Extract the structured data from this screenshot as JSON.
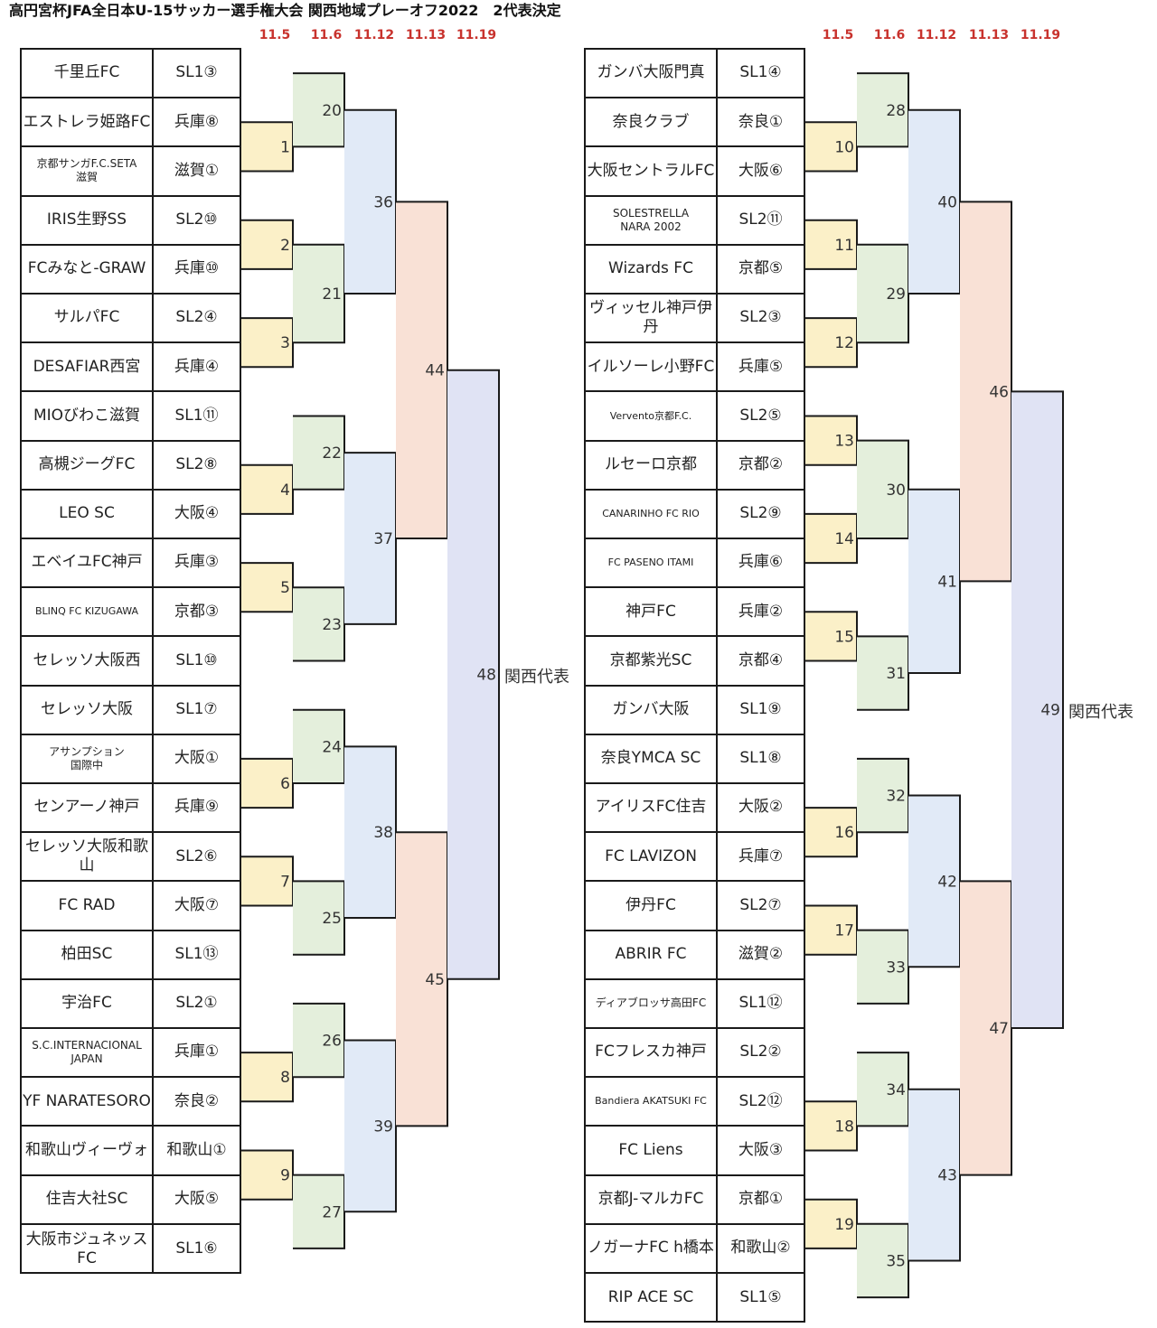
{
  "title": "高円宮杯JFA全日本U-15サッカー選手権大会 関西地域プレーオフ2022　2代表決定",
  "dates": [
    "11.5",
    "11.6",
    "11.12",
    "11.13",
    "11.19"
  ],
  "left_teams": [
    {
      "name": "千里丘FC",
      "seed": "SL1③"
    },
    {
      "name": "エストレラ姫路FC",
      "seed": "兵庫⑧"
    },
    {
      "name": "京都サンガF.C.SETA\n滋賀",
      "seed": "滋賀①"
    },
    {
      "name": "IRIS生野SS",
      "seed": "SL2⑩"
    },
    {
      "name": "FCみなと-GRAW",
      "seed": "兵庫⑩"
    },
    {
      "name": "サルパFC",
      "seed": "SL2④"
    },
    {
      "name": "DESAFIAR西宮",
      "seed": "兵庫④"
    },
    {
      "name": "MIOびわこ滋賀",
      "seed": "SL1⑪"
    },
    {
      "name": "高槻ジーグFC",
      "seed": "SL2⑧"
    },
    {
      "name": "LEO SC",
      "seed": "大阪④"
    },
    {
      "name": "エベイユFC神戸",
      "seed": "兵庫③"
    },
    {
      "name": "BLINQ FC KIZUGAWA",
      "seed": "京都③"
    },
    {
      "name": "セレッソ大阪西",
      "seed": "SL1⑩"
    },
    {
      "name": "セレッソ大阪",
      "seed": "SL1⑦"
    },
    {
      "name": "アサンプション\n国際中",
      "seed": "大阪①"
    },
    {
      "name": "センアーノ神戸",
      "seed": "兵庫⑨"
    },
    {
      "name": "セレッソ大阪和歌山",
      "seed": "SL2⑥"
    },
    {
      "name": "FC RAD",
      "seed": "大阪⑦"
    },
    {
      "name": "柏田SC",
      "seed": "SL1⑬"
    },
    {
      "name": "宇治FC",
      "seed": "SL2①"
    },
    {
      "name": "S.C.INTERNACIONAL\nJAPAN",
      "seed": "兵庫①"
    },
    {
      "name": "YF NARATESORO",
      "seed": "奈良②"
    },
    {
      "name": "和歌山ヴィーヴォ",
      "seed": "和歌山①"
    },
    {
      "name": "住吉大社SC",
      "seed": "大阪⑤"
    },
    {
      "name": "大阪市ジュネッスFC",
      "seed": "SL1⑥"
    }
  ],
  "right_teams": [
    {
      "name": "ガンバ大阪門真",
      "seed": "SL1④"
    },
    {
      "name": "奈良クラブ",
      "seed": "奈良①"
    },
    {
      "name": "大阪セントラルFC",
      "seed": "大阪⑥"
    },
    {
      "name": "SOLESTRELLA\nNARA 2002",
      "seed": "SL2⑪"
    },
    {
      "name": "Wizards FC",
      "seed": "京都⑤"
    },
    {
      "name": "ヴィッセル神戸伊丹",
      "seed": "SL2③"
    },
    {
      "name": "イルソーレ小野FC",
      "seed": "兵庫⑤"
    },
    {
      "name": "Vervento京都F.C.",
      "seed": "SL2⑤"
    },
    {
      "name": "ルセーロ京都",
      "seed": "京都②"
    },
    {
      "name": "CANARINHO FC RIO",
      "seed": "SL2⑨"
    },
    {
      "name": "FC PASENO ITAMI",
      "seed": "兵庫⑥"
    },
    {
      "name": "神戸FC",
      "seed": "兵庫②"
    },
    {
      "name": "京都紫光SC",
      "seed": "京都④"
    },
    {
      "name": "ガンバ大阪",
      "seed": "SL1⑨"
    },
    {
      "name": "奈良YMCA SC",
      "seed": "SL1⑧"
    },
    {
      "name": "アイリスFC住吉",
      "seed": "大阪②"
    },
    {
      "name": "FC LAVIZON",
      "seed": "兵庫⑦"
    },
    {
      "name": "伊丹FC",
      "seed": "SL2⑦"
    },
    {
      "name": "ABRIR FC",
      "seed": "滋賀②"
    },
    {
      "name": "ディアブロッサ高田FC",
      "seed": "SL1⑫"
    },
    {
      "name": "FCフレスカ神戸",
      "seed": "SL2②"
    },
    {
      "name": "Bandiera AKATSUKI FC",
      "seed": "SL2⑫"
    },
    {
      "name": "FC Liens",
      "seed": "大阪③"
    },
    {
      "name": "京都J-マルカFC",
      "seed": "京都①"
    },
    {
      "name": "ノガーナFC h橋本",
      "seed": "和歌山②"
    },
    {
      "name": "RIP ACE SC",
      "seed": "SL1⑤"
    }
  ],
  "bracket": {
    "left": {
      "r1": [
        {
          "no": "1",
          "pair": [
            1,
            2
          ]
        },
        {
          "no": "2",
          "pair": [
            3,
            4
          ]
        },
        {
          "no": "3",
          "pair": [
            5,
            6
          ]
        },
        {
          "no": "4",
          "pair": [
            8,
            9
          ]
        },
        {
          "no": "5",
          "pair": [
            10,
            11
          ]
        },
        {
          "no": "6",
          "pair": [
            14,
            15
          ]
        },
        {
          "no": "7",
          "pair": [
            16,
            17
          ]
        },
        {
          "no": "8",
          "pair": [
            20,
            21
          ]
        },
        {
          "no": "9",
          "pair": [
            22,
            23
          ]
        }
      ],
      "r2": [
        {
          "no": "20",
          "a": "t0",
          "b": "m1"
        },
        {
          "no": "21",
          "a": "m2",
          "b": "m3"
        },
        {
          "no": "22",
          "a": "t7",
          "b": "m4"
        },
        {
          "no": "23",
          "a": "m5",
          "b": "t12"
        },
        {
          "no": "24",
          "a": "t13",
          "b": "m6"
        },
        {
          "no": "25",
          "a": "m7",
          "b": "t18"
        },
        {
          "no": "26",
          "a": "t19",
          "b": "m8"
        },
        {
          "no": "27",
          "a": "m9",
          "b": "t24"
        }
      ],
      "r3": [
        {
          "no": "36",
          "a": "m20",
          "b": "m21"
        },
        {
          "no": "37",
          "a": "m22",
          "b": "m23"
        },
        {
          "no": "38",
          "a": "m24",
          "b": "m25"
        },
        {
          "no": "39",
          "a": "m26",
          "b": "m27"
        }
      ],
      "r4": [
        {
          "no": "44",
          "a": "m36",
          "b": "m37"
        },
        {
          "no": "45",
          "a": "m38",
          "b": "m39"
        }
      ],
      "r5": [
        {
          "no": "48",
          "a": "m44",
          "b": "m45"
        }
      ]
    },
    "right": {
      "r1": [
        {
          "no": "10",
          "pair": [
            1,
            2
          ]
        },
        {
          "no": "11",
          "pair": [
            3,
            4
          ]
        },
        {
          "no": "12",
          "pair": [
            5,
            6
          ]
        },
        {
          "no": "13",
          "pair": [
            7,
            8
          ]
        },
        {
          "no": "14",
          "pair": [
            9,
            10
          ]
        },
        {
          "no": "15",
          "pair": [
            11,
            12
          ]
        },
        {
          "no": "16",
          "pair": [
            15,
            16
          ]
        },
        {
          "no": "17",
          "pair": [
            17,
            18
          ]
        },
        {
          "no": "18",
          "pair": [
            21,
            22
          ]
        },
        {
          "no": "19",
          "pair": [
            23,
            24
          ]
        }
      ],
      "r2": [
        {
          "no": "28",
          "a": "t0",
          "b": "m10"
        },
        {
          "no": "29",
          "a": "m11",
          "b": "m12"
        },
        {
          "no": "30",
          "a": "m13",
          "b": "m14"
        },
        {
          "no": "31",
          "a": "m15",
          "b": "t13"
        },
        {
          "no": "32",
          "a": "t14",
          "b": "m16"
        },
        {
          "no": "33",
          "a": "m17",
          "b": "t19"
        },
        {
          "no": "34",
          "a": "t20",
          "b": "m18"
        },
        {
          "no": "35",
          "a": "m19",
          "b": "t25"
        }
      ],
      "r3": [
        {
          "no": "40",
          "a": "m28",
          "b": "m29"
        },
        {
          "no": "41",
          "a": "m30",
          "b": "m31"
        },
        {
          "no": "42",
          "a": "m32",
          "b": "m33"
        },
        {
          "no": "43",
          "a": "m34",
          "b": "m35"
        }
      ],
      "r4": [
        {
          "no": "46",
          "a": "m40",
          "b": "m41"
        },
        {
          "no": "47",
          "a": "m42",
          "b": "m43"
        }
      ],
      "r5": [
        {
          "no": "49",
          "a": "m46",
          "b": "m47"
        }
      ]
    }
  },
  "representative_label": "関西代表",
  "round_colors": [
    "#fbf0c8",
    "#e4efdc",
    "#e1eaf7",
    "#f9e1d6",
    "#e0e3f4"
  ]
}
